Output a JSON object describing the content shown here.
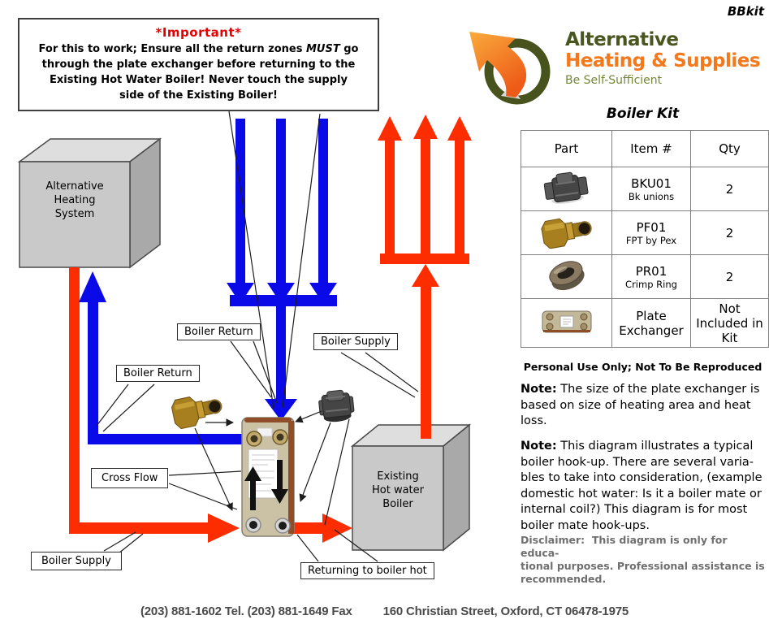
{
  "page": {
    "bbkit": "BBkit"
  },
  "important_box": {
    "title": "*Important*",
    "body_pre": "For this to work; Ensure all the return zones ",
    "body_emph": "MUST",
    "body_post": " go\nthrough the plate exchanger before returning to the\nExisting Hot Water Boiler! Never touch the supply\nside of the Existing Boiler!"
  },
  "logo": {
    "line1": "Alternative",
    "line2": "Heating & Supplies",
    "tagline": "Be Self-Sufficient",
    "colors": {
      "green": "#4a561f",
      "orange": "#f4791c",
      "olive": "#75853a"
    }
  },
  "kit": {
    "title": "Boiler Kit",
    "table": {
      "headers": [
        "Part",
        "Item #",
        "Qty"
      ],
      "rows": [
        {
          "icon": "black-union-photo",
          "item": "BKU01",
          "item_sub": "Bk unions",
          "qty": "2"
        },
        {
          "icon": "brass-fitting-photo",
          "item": "PF01",
          "item_sub": "FPT by Pex",
          "qty": "2"
        },
        {
          "icon": "crimp-ring-photo",
          "item": "PR01",
          "item_sub": "Crimp Ring",
          "qty": "2"
        },
        {
          "icon": "plate-exchanger-photo",
          "item": "Plate Exchanger",
          "item_sub": "",
          "qty": "Not Included in Kit"
        }
      ]
    },
    "personal_use": "Personal Use Only; Not To Be Reproduced"
  },
  "notes": {
    "note1_label": "Note:",
    "note1_text": " The size of the plate exchanger is\nbased on size of heating area and heat\nloss.",
    "note2_label": "Note:",
    "note2_text": " This diagram illustrates a typical\nboiler hook-up. There are several varia-\nbles to take into consideration, (example\ndomestic hot water: Is it a boiler mate or\ninternal coil?) This diagram is for most\nboiler mate hook-ups.",
    "disclaimer_label": "Disclaimer:",
    "disclaimer_text": "  This diagram is only for educa-\ntional purposes. Professional assistance is\nrecommended."
  },
  "diagram": {
    "alt_heating_box": "Alternative\nHeating\nSystem",
    "existing_boiler_box": "Existing\nHot water\nBoiler",
    "boiler_return_1": "Boiler Return",
    "boiler_return_2": "Boiler Return",
    "boiler_supply_top": "Boiler Supply",
    "boiler_supply_bottom": "Boiler Supply",
    "cross_flow": "Cross Flow",
    "returning": "Returning to boiler hot",
    "colors": {
      "supply_red": "#fd2d00",
      "return_blue": "#0a0ae8",
      "box_gray": "#c9c9c9"
    }
  },
  "footer": {
    "phone": "(203) 881-1602 Tel. (203) 881-1649 Fax",
    "address": "160 Christian Street, Oxford, CT 06478-1975"
  }
}
